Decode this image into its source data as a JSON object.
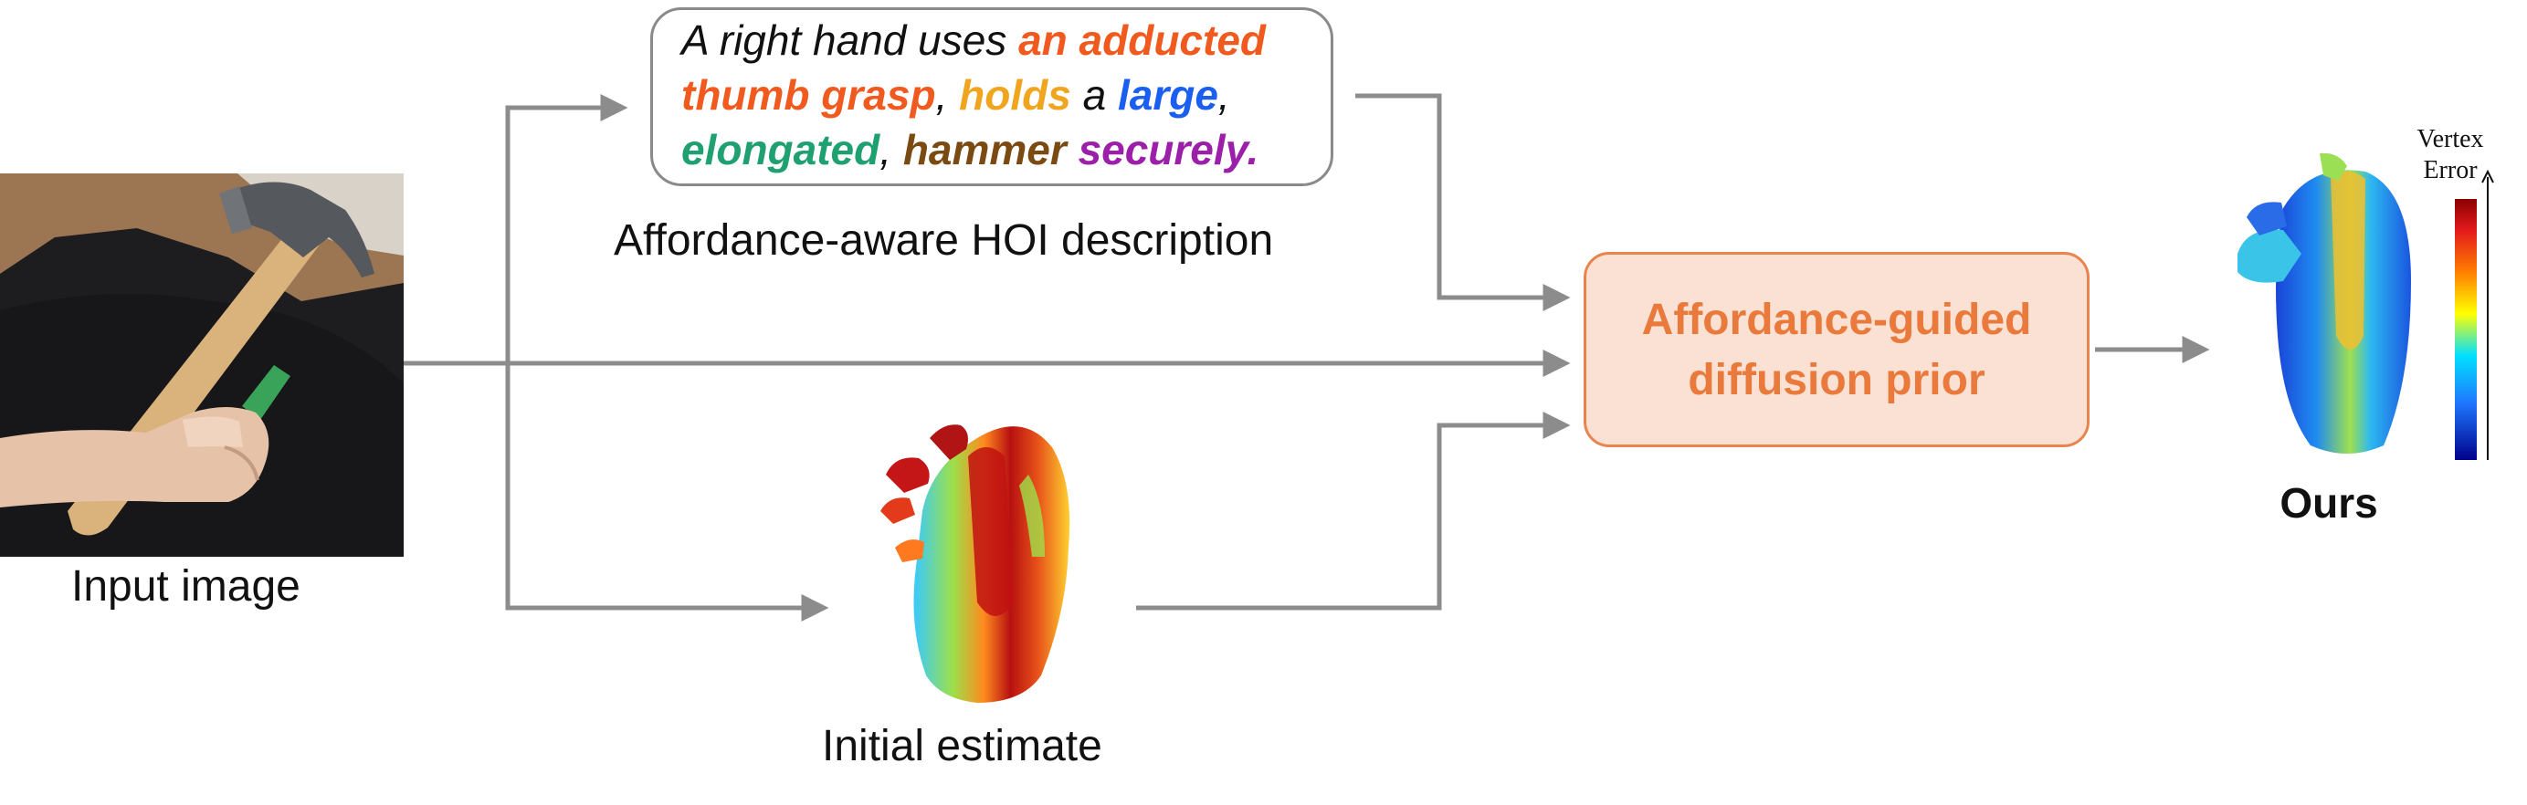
{
  "input": {
    "caption": "Input image"
  },
  "description": {
    "caption": "Affordance-aware HOI description",
    "segments": {
      "s1": "A right hand uses ",
      "s2": "an adducted",
      "s3": "thumb grasp",
      "s4": ", ",
      "s5": "holds",
      "s6": " a ",
      "s7": "large",
      "s8": ",",
      "s9": "elongated",
      "s10": ", ",
      "s11": "hammer",
      "s12": " ",
      "s13": "securely."
    }
  },
  "initial": {
    "caption": "Initial estimate"
  },
  "prior": {
    "line1": "Affordance-guided",
    "line2": "diffusion prior"
  },
  "output": {
    "caption": "Ours"
  },
  "colorbar": {
    "title_line1": "Vertex",
    "title_line2": "Error"
  },
  "colors": {
    "arrow": "#8c8c8c",
    "accent_orange": "#e97a3c",
    "adducted": "#f05a1e",
    "holds": "#f0a51e",
    "large": "#1a5ff0",
    "elongated": "#1fa070",
    "hammer": "#7a4a12",
    "securely": "#9b1fa8"
  }
}
